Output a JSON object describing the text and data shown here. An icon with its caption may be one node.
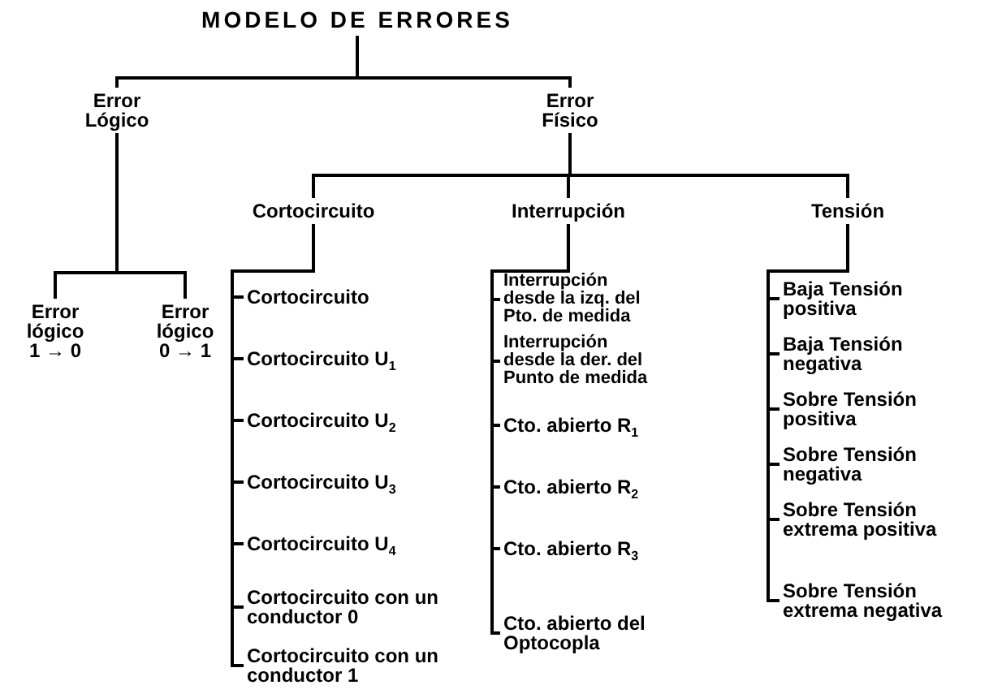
{
  "diagram": {
    "nodes": [
      {
        "text": [
          "MODELO DE ERRORES"
        ]
      },
      {
        "text": [
          "Error Lógico"
        ]
      },
      {
        "text": [
          "Error Físico"
        ]
      },
      {
        "text": [
          "Cortocircuito"
        ]
      },
      {
        "text": [
          "Interrupción"
        ]
      },
      {
        "text": [
          "Tensión"
        ]
      },
      {
        "text": [
          "Error lógico 1 → 0"
        ]
      },
      {
        "text": [
          "Error lógico 0 → 1"
        ]
      },
      {
        "text": [
          "Cortocircuito"
        ]
      },
      {
        "text": [
          "Cortocircuito U$_{1}$"
        ]
      },
      {
        "text": [
          "Cortocircuito U$_{2}$"
        ]
      },
      {
        "text": [
          "Cortocircuito U$_{3}$"
        ]
      },
      {
        "text": [
          "Cortocircuito U$_{4}$"
        ]
      },
      {
        "text": [
          "Cortocircuito con un conductor 0"
        ]
      },
      {
        "text": [
          "Cortocircuito con un conductor 1"
        ]
      },
      {
        "text": [
          "Interrupción desde la izq. del Pto. de medida"
        ]
      },
      {
        "text": [
          "Interrupción desde la der. del Punto de medida"
        ]
      },
      {
        "text": [
          "Cto. abierto R$_{1}$"
        ]
      },
      {
        "text": [
          "Cto. abierto R$_{2}$"
        ]
      },
      {
        "text": [
          "Cto. abierto R$_{3}$"
        ]
      },
      {
        "text": [
          "Cto. abierto del Optocopla"
        ]
      },
      {
        "text": [
          "Baja Tensión positiva"
        ]
      },
      {
        "text": [
          "Baja Tensión negativa"
        ]
      },
      {
        "text": [
          "Sobre Tensión positiva"
        ]
      },
      {
        "text": [
          "Sobre Tensión negativa"
        ]
      },
      {
        "text": [
          "Sobre Tensión extrema positiva"
        ]
      },
      {
        "text": [
          "Sobre Tensión extrema negativa"
        ]
      }
    ],
    "edges": [
      {
        "from": 0,
        "to": 1,
        "arrow": "none"
      },
      {
        "from": 0,
        "to": 2,
        "arrow": "none"
      },
      {
        "from": 2,
        "to": 3,
        "arrow": "none"
      },
      {
        "from": 2,
        "to": 4,
        "arrow": "none"
      },
      {
        "from": 2,
        "to": 5,
        "arrow": "none"
      },
      {
        "from": 1,
        "to": 6,
        "arrow": "none"
      },
      {
        "from": 1,
        "to": 7,
        "arrow": "none"
      },
      {
        "from": 3,
        "to": 8,
        "arrow": "none"
      },
      {
        "from": 3,
        "to": 9,
        "arrow": "none"
      },
      {
        "from": 3,
        "to": 10,
        "arrow": "none"
      },
      {
        "from": 3,
        "to": 11,
        "arrow": "none"
      },
      {
        "from": 3,
        "to": 12,
        "arrow": "none"
      },
      {
        "from": 3,
        "to": 13,
        "arrow": "none"
      },
      {
        "from": 3,
        "to": 14,
        "arrow": "none"
      },
      {
        "from": 4,
        "to": 15,
        "arrow": "none"
      },
      {
        "from": 4,
        "to": 16,
        "arrow": "none"
      },
      {
        "from": 4,
        "to": 17,
        "arrow": "none"
      },
      {
        "from": 4,
        "to": 18,
        "arrow": "none"
      },
      {
        "from": 4,
        "to": 19,
        "arrow": "none"
      },
      {
        "from": 4,
        "to": 20,
        "arrow": "none"
      },
      {
        "from": 5,
        "to": 21,
        "arrow": "none"
      },
      {
        "from": 5,
        "to": 22,
        "arrow": "none"
      },
      {
        "from": 5,
        "to": 23,
        "arrow": "none"
      },
      {
        "from": 5,
        "to": 24,
        "arrow": "none"
      },
      {
        "from": 5,
        "to": 25,
        "arrow": "none"
      },
      {
        "from": 5,
        "to": 26,
        "arrow": "none"
      }
    ]
  }
}
